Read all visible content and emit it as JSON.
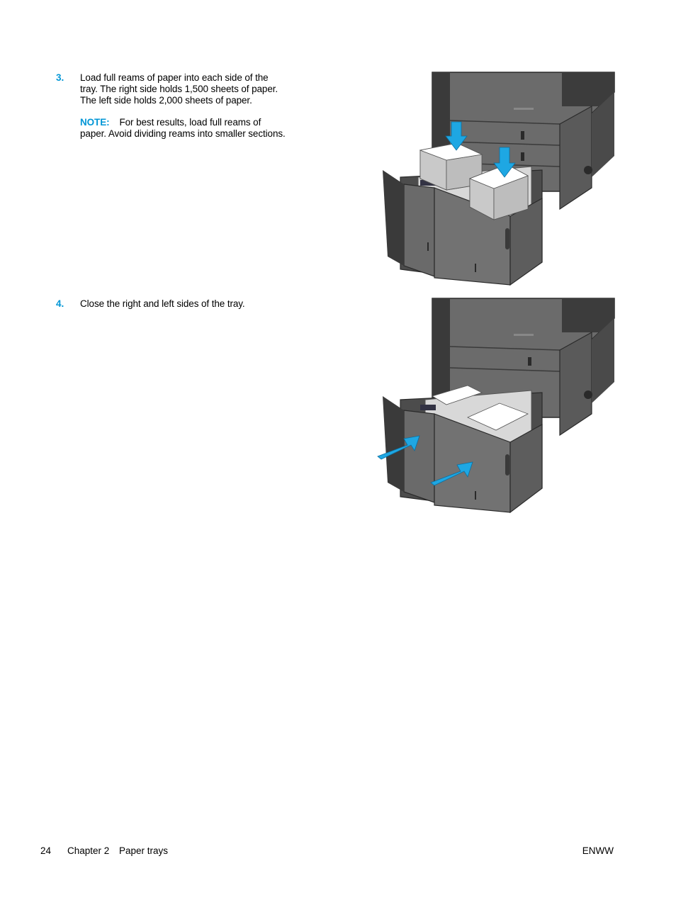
{
  "steps": [
    {
      "number": "3.",
      "lines": [
        "Load full reams of paper into each side of the",
        "tray. The right side holds 1,500 sheets of paper.",
        "The left side holds 2,000 sheets of paper."
      ],
      "note_label": "NOTE:",
      "note_lines": [
        "For best results, load full reams of",
        "paper. Avoid dividing reams into smaller sections."
      ]
    },
    {
      "number": "4.",
      "lines": [
        "Close the right and left sides of the tray."
      ]
    }
  ],
  "footer": {
    "page_number": "24",
    "chapter": "Chapter 2",
    "section": "Paper trays",
    "doc_code": "ENWW"
  },
  "colors": {
    "accent": "#0096d6",
    "printer_body": "#6b6b6b",
    "printer_dark": "#2e2e2e",
    "arrow": "#1ea7e3"
  }
}
